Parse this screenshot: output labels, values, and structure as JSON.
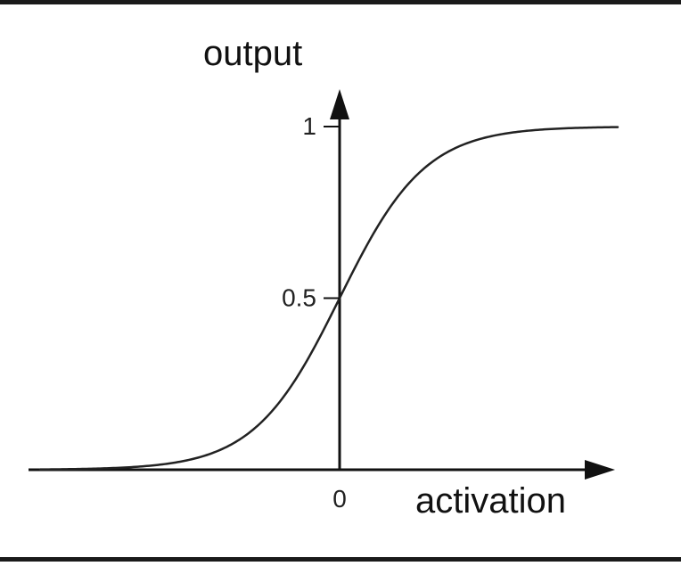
{
  "chart_data": {
    "type": "line",
    "title": "",
    "xlabel": "activation",
    "ylabel": "output",
    "x_ticks": [
      {
        "value": 0,
        "label": "0"
      }
    ],
    "y_ticks": [
      {
        "value": 0.5,
        "label": "0.5"
      },
      {
        "value": 1,
        "label": "1"
      }
    ],
    "xlim": [
      -7,
      6.5
    ],
    "ylim": [
      0,
      1
    ],
    "grid": false,
    "legend": "none",
    "series": [
      {
        "x": [
          -7,
          -6,
          -5,
          -4,
          -3,
          -2,
          -1.5,
          -1,
          -0.5,
          0,
          0.5,
          1,
          1.5,
          2,
          3,
          4,
          5,
          6.5
        ],
        "y": [
          0.001,
          0.002,
          0.007,
          0.018,
          0.047,
          0.119,
          0.182,
          0.269,
          0.378,
          0.5,
          0.622,
          0.731,
          0.818,
          0.881,
          0.953,
          0.982,
          0.993,
          0.998
        ]
      }
    ],
    "colors": {
      "line": "#222222",
      "axis": "#111111"
    }
  }
}
